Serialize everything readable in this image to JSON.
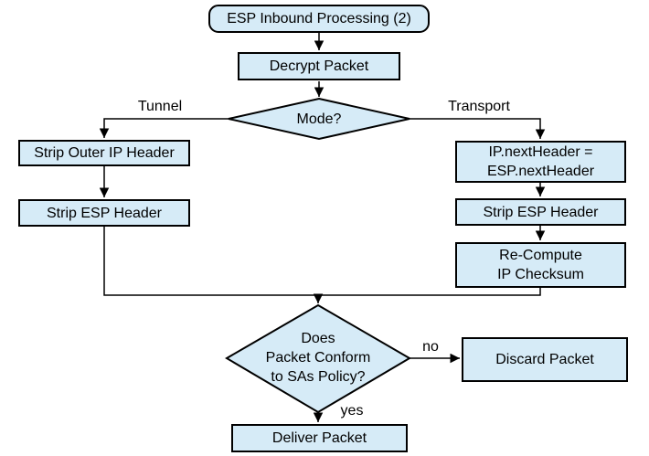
{
  "diagram": {
    "title": "ESP Inbound Processing (2)",
    "colors": {
      "node_fill": "#d6ebf7",
      "node_border": "#000000",
      "line_color": "#000000",
      "text_color": "#000000",
      "bg": "#ffffff"
    },
    "nodes": {
      "start": "ESP Inbound Processing (2)",
      "decrypt": "Decrypt Packet",
      "mode": "Mode?",
      "strip_outer": "Strip Outer IP Header",
      "strip_esp_left": "Strip ESP Header",
      "ip_next_l1": "IP.nextHeader =",
      "ip_next_l2": "ESP.nextHeader",
      "strip_esp_right": "Strip ESP Header",
      "recompute_l1": "Re-Compute",
      "recompute_l2": "IP Checksum",
      "policy_l1": "Does",
      "policy_l2": "Packet Conform",
      "policy_l3": "to SAs Policy?",
      "discard": "Discard Packet",
      "deliver": "Deliver Packet"
    },
    "edge_labels": {
      "tunnel": "Tunnel",
      "transport": "Transport",
      "no": "no",
      "yes": "yes"
    }
  }
}
